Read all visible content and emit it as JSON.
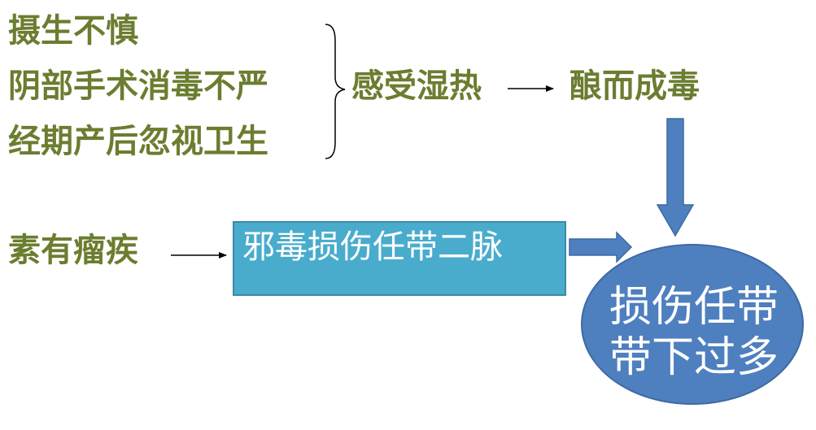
{
  "causes": [
    "摄生不慎",
    "阴部手术消毒不严",
    "经期产后忽视卫生"
  ],
  "middle": "感受湿热",
  "result": "酿而成毒",
  "other_cause": "素有瘤疾",
  "box_text": "邪毒损伤任带二脉",
  "ellipse_lines": [
    "损伤任带",
    "带下过多"
  ],
  "colors": {
    "green_text": "#6b7d2f",
    "box_fill": "#4aaccc",
    "ellipse_fill": "#4e7fbf",
    "arrow_fill": "#4e7fbf"
  }
}
